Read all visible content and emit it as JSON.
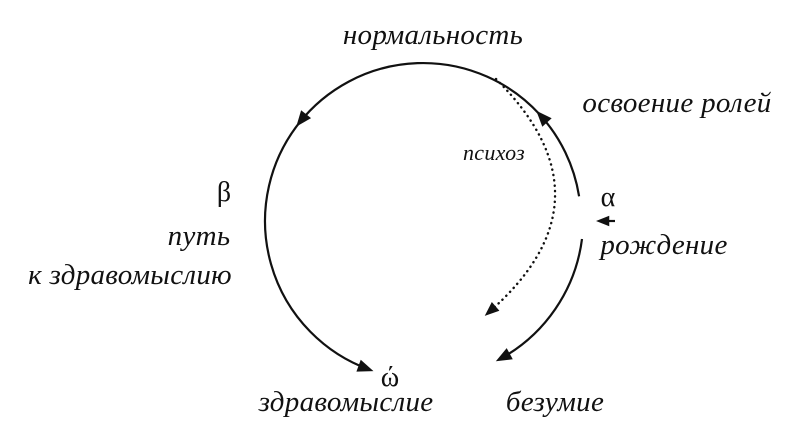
{
  "colors": {
    "background": "#ffffff",
    "ink": "#111111"
  },
  "labels": {
    "normality": "нормальность",
    "role_mastery": "освоение ролей",
    "psychosis": "психоз",
    "alpha": "α",
    "birth": "рождение",
    "beta": "β",
    "path_to_sanity_line1": "путь",
    "path_to_sanity_line2": "к здравомыслию",
    "omega": "ώ",
    "sanity": "здравомыслие",
    "madness": "безумие"
  }
}
